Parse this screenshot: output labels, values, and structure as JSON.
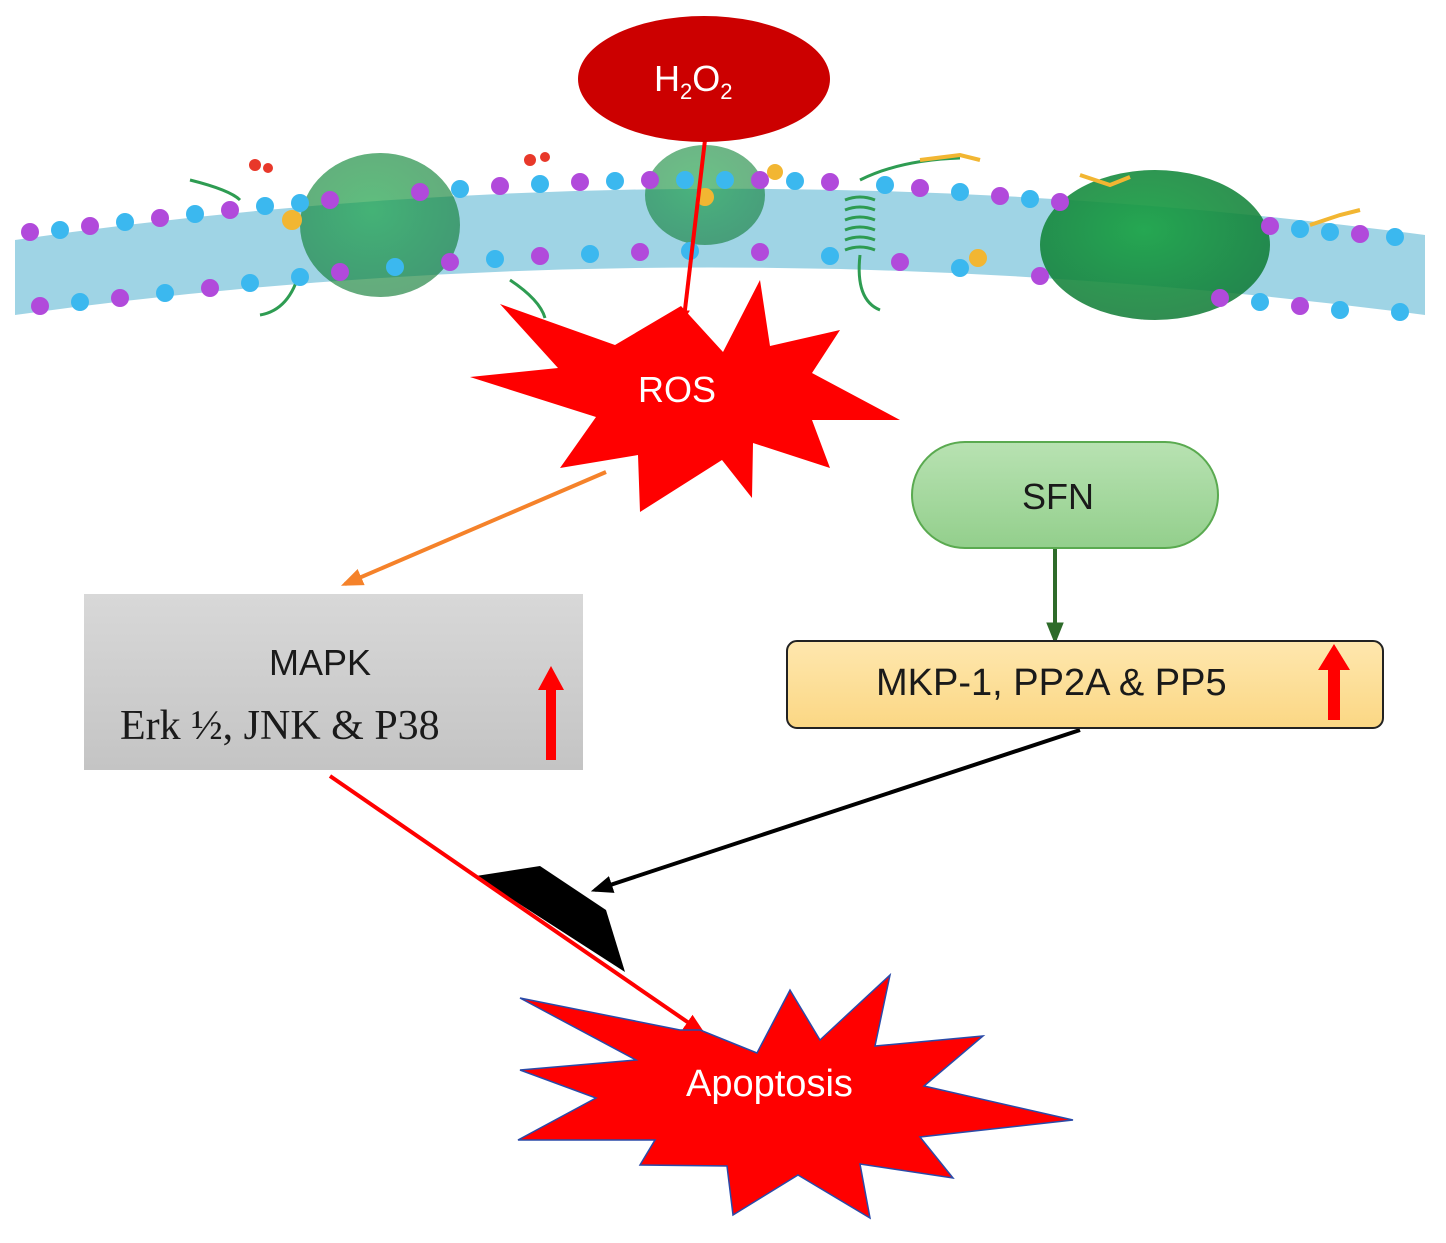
{
  "nodes": {
    "h2o2": {
      "main": "H",
      "sub1": "2",
      "mid": "O",
      "sub2": "2"
    },
    "ros": {
      "label": "ROS"
    },
    "sfn": {
      "label": "SFN"
    },
    "mapk": {
      "line1": "MAPK",
      "line2": "Erk ½, JNK & P38"
    },
    "mkp": {
      "label": "MKP-1, PP2A & PP5"
    },
    "apoptosis": {
      "label": "Apoptosis"
    }
  },
  "colors": {
    "h2o2_fill": "#cc0000",
    "burst_fill": "#ff0000",
    "sfn_fill": "#a6d9a0",
    "sfn_border": "#5aaa50",
    "mkp_fill": "#fde19a",
    "mapk_fill": "#d0d0d0",
    "arrow_red": "#ff0000",
    "arrow_orange": "#f5822a",
    "arrow_green": "#2e6b2a",
    "arrow_black": "#000000"
  },
  "icons": [
    "cell-membrane-icon",
    "up-arrow-icon",
    "inhibition-block-icon"
  ]
}
